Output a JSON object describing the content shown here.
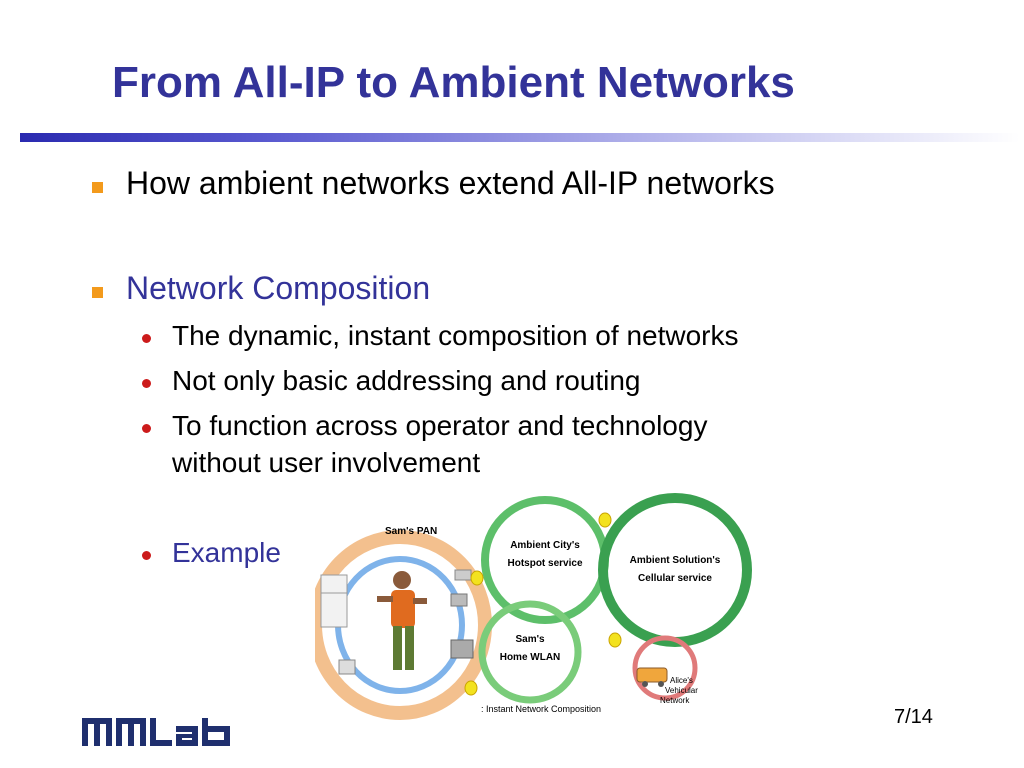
{
  "slide": {
    "title": "From All-IP to Ambient Networks",
    "bullets": [
      {
        "text": "How ambient networks extend All-IP networks",
        "color": "#000000"
      },
      {
        "text": "Network Composition",
        "color": "#333399"
      }
    ],
    "sub_bullets": [
      {
        "line1": "The dynamic, instant composition of networks"
      },
      {
        "line1": "Not only basic addressing and routing"
      },
      {
        "line1": "To function across operator and technology",
        "line2": "without user involvement"
      },
      {
        "line1": "Example"
      }
    ],
    "page_number": "7/14",
    "logo_text": "MMLab"
  },
  "diagram": {
    "labels": {
      "sams_pan": "Sam's PAN",
      "ambient_city_1": "Ambient City's",
      "ambient_city_2": "Hotspot service",
      "ambient_solution_1": "Ambient Solution's",
      "ambient_solution_2": "Cellular service",
      "home_wlan_1": "Sam's",
      "home_wlan_2": "Home WLAN",
      "alice_1": "Alice's",
      "alice_2": "Vehicular",
      "alice_3": "Network",
      "legend": ": Instant Network Composition"
    }
  },
  "colors": {
    "title": "#333399",
    "accent_square": "#f39a1c",
    "sub_bullet_dot": "#cc1b1b"
  }
}
